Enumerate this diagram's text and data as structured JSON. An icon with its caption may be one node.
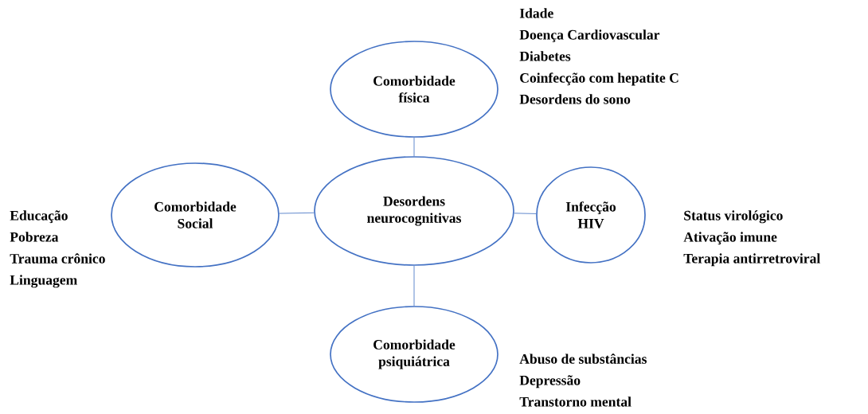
{
  "diagram": {
    "nodes": [
      {
        "text": [
          "Desordens neurocognitivas"
        ]
      },
      {
        "text": [
          "Comorbidade física"
        ],
        "beside": [
          "Idade",
          "Doença Cardiovascular",
          "Diabetes",
          "Coinfecção com hepatite C",
          "Desordens do sono"
        ]
      },
      {
        "text": [
          "Comorbidade Social"
        ],
        "beside": [
          "Educação",
          "Pobreza",
          "Trauma crônico",
          "Linguagem"
        ]
      },
      {
        "text": [
          "Infecção HIV"
        ],
        "beside": [
          "Status virológico",
          "Ativação imune",
          "Terapia antirretroviral"
        ]
      },
      {
        "text": [
          "Comorbidade psiquiátrica"
        ],
        "beside": [
          "Abuso de substâncias",
          "Depressão",
          "Transtorno mental"
        ]
      }
    ],
    "edges": [
      {
        "from": 0,
        "to": 1,
        "arrow": "none"
      },
      {
        "from": 0,
        "to": 2,
        "arrow": "none"
      },
      {
        "from": 0,
        "to": 3,
        "arrow": "none"
      },
      {
        "from": 0,
        "to": 4,
        "arrow": "none"
      }
    ]
  }
}
